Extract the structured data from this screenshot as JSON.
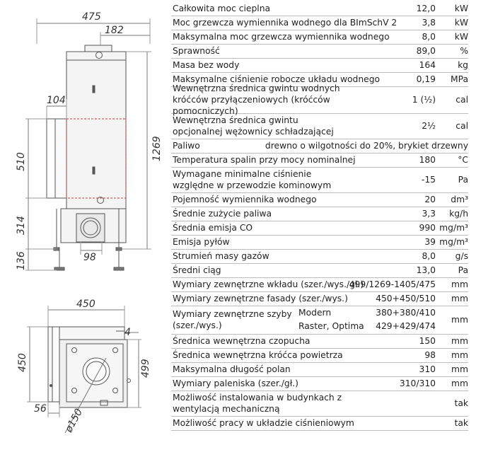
{
  "dimensions": {
    "w475": "475",
    "w182": "182",
    "w104": "104",
    "h510": "510",
    "h1269": "1269",
    "h314": "314",
    "h136": "136",
    "w98": "98",
    "w450": "450",
    "w4": "4",
    "h450": "450",
    "h499": "499",
    "w56": "56",
    "d150": "ø150"
  },
  "specs": [
    {
      "label": "Całkowita moc cieplna",
      "value": "12,0",
      "unit": "kW"
    },
    {
      "label": "Moc grzewcza wymiennika wodnego dla BImSchV 2",
      "value": "3,8",
      "unit": "kW"
    },
    {
      "label": "Maksymalna moc grzewcza wymiennika wodnego",
      "value": "8,0",
      "unit": "kW"
    },
    {
      "label": "Sprawność",
      "value": "89,0",
      "unit": "%"
    },
    {
      "label": "Masa bez wody",
      "value": "164",
      "unit": "kg"
    },
    {
      "label": "Maksymalne ciśnienie robocze układu wodnego",
      "value": "0,19",
      "unit": "MPa"
    },
    {
      "label": "Wewnętrzna średnica gwintu wodnych króćców przyłączeniowych (króćców pomocniczych)",
      "value": "1 (½)",
      "unit": "cal"
    },
    {
      "label": "Wewnętrzna średnica gwintu opcjonalnej wężownicy schładzającej",
      "value": "2½",
      "unit": "cal"
    },
    {
      "label": "Paliwo",
      "value": "drewno o wilgotności do 20%, brykiet drzewny",
      "unit": ""
    },
    {
      "label": "Temperatura spalin przy mocy nominalnej",
      "value": "180",
      "unit": "°C"
    },
    {
      "label": "Wymagane minimalne ciśnienie względne w przewodzie kominowym",
      "value": "-15",
      "unit": "Pa"
    },
    {
      "label": "Pojemność wymiennika wodnego",
      "value": "20",
      "unit": "dm³"
    },
    {
      "label": "Średnie zużycie paliwa",
      "value": "3,3",
      "unit": "kg/h"
    },
    {
      "label": "Średnia emisja CO",
      "value": "990",
      "unit": "mg/m³"
    },
    {
      "label": "Emisja pyłów",
      "value": "39",
      "unit": "mg/m³"
    },
    {
      "label": "Strumień masy gazów",
      "value": "8,0",
      "unit": "g/s"
    },
    {
      "label": "Średni ciąg",
      "value": "13,0",
      "unit": "Pa"
    },
    {
      "label": "Wymiary zewnętrzne wkładu (szer./wys./gł.)",
      "value": "499/1269-1405/475",
      "unit": "mm"
    },
    {
      "label": "Wymiary zewnętrzne fasady (szer./wys.)",
      "value": "450+450/510",
      "unit": "mm"
    },
    {
      "label": "Wymiary zewnętrzne szyby (szer./wys.)",
      "sub": [
        {
          "label": "Modern",
          "value": "380+380/410"
        },
        {
          "label": "Raster, Optima",
          "value": "429+429/474"
        }
      ],
      "unit": "mm"
    },
    {
      "label": "Średnica wewnętrzna czopucha",
      "value": "150",
      "unit": "mm"
    },
    {
      "label": "Średnica wewnętrzna króćca powietrza",
      "value": "98",
      "unit": "mm"
    },
    {
      "label": "Maksymalna długość polan",
      "value": "310",
      "unit": "mm"
    },
    {
      "label": "Wymiary paleniska (szer./gł.)",
      "value": "310/310",
      "unit": "mm"
    },
    {
      "label": "Możliwość instalowania w budynkach z wentylacją mechaniczną",
      "value": "",
      "unit": "tak"
    },
    {
      "label": "Możliwość pracy w układzie ciśnieniowym",
      "value": "",
      "unit": "tak"
    }
  ]
}
